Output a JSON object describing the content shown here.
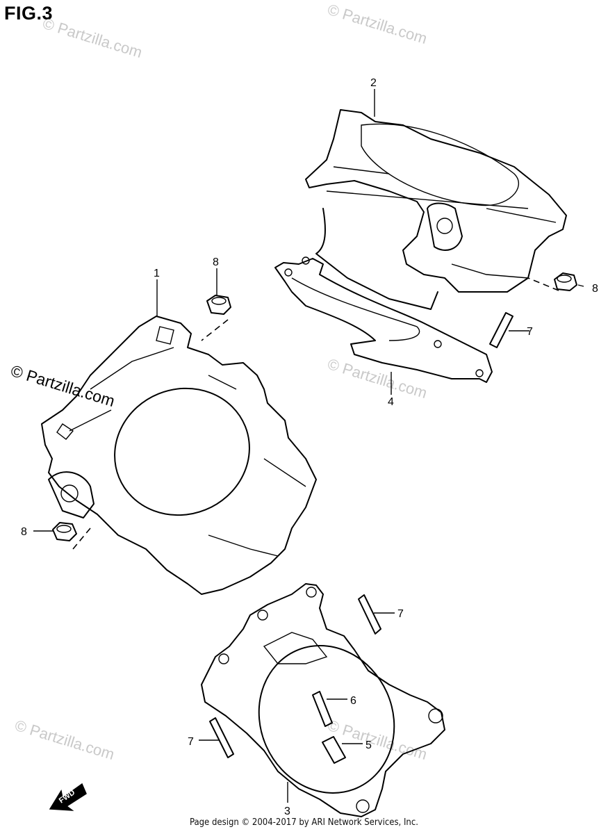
{
  "figure": {
    "title": "FIG.3"
  },
  "watermark": {
    "text": "© Partzilla.com"
  },
  "callouts": {
    "c1": "1",
    "c2": "2",
    "c3": "3",
    "c4": "4",
    "c5": "5",
    "c6": "6",
    "c7a": "7",
    "c7b": "7",
    "c7c": "7",
    "c8a": "8",
    "c8b": "8",
    "c8c": "8"
  },
  "fwd": {
    "label": "FWD"
  },
  "footer": {
    "text": "Page design © 2004-2017 by ARI Network Services, Inc."
  }
}
